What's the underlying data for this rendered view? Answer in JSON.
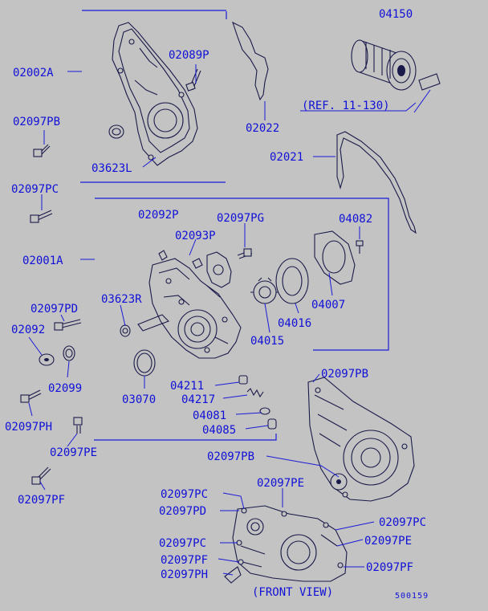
{
  "labels": {
    "p04150": "04150",
    "p02002A": "02002A",
    "p02089P": "02089P",
    "ref": "(REF. 11-130)",
    "p02022": "02022",
    "p02097PB_top": "02097PB",
    "p03623L": "03623L",
    "p02021": "02021",
    "p02097PC_left": "02097PC",
    "p02092P": "02092P",
    "p02097PG": "02097PG",
    "p04082": "04082",
    "p02093P": "02093P",
    "p02001A": "02001A",
    "p03623R": "03623R",
    "p04007": "04007",
    "p02097PD_left": "02097PD",
    "p04016": "04016",
    "p02092": "02092",
    "p04015": "04015",
    "p03070": "03070",
    "p02099": "02099",
    "p02097PB_right": "02097PB",
    "p04211": "04211",
    "p04217": "04217",
    "p04081": "04081",
    "p04085": "04085",
    "p02097PH_left": "02097PH",
    "p02097PE_left": "02097PE",
    "p02097PB_mid": "02097PB",
    "p02097PF_left": "02097PF",
    "p02097PE_mid": "02097PE",
    "p02097PC_a": "02097PC",
    "p02097PD_b": "02097PD",
    "p02097PC_r": "02097PC",
    "p02097PE_r": "02097PE",
    "p02097PC_b": "02097PC",
    "p02097PF_b": "02097PF",
    "p02097PF_r": "02097PF",
    "p02097PH_b": "02097PH",
    "front_view": "(FRONT VIEW)",
    "diagram_code": "500159"
  },
  "colors": {
    "background": "#c3c3c3",
    "label_blue": "#1010d8",
    "part_line": "#1a1a4a"
  }
}
